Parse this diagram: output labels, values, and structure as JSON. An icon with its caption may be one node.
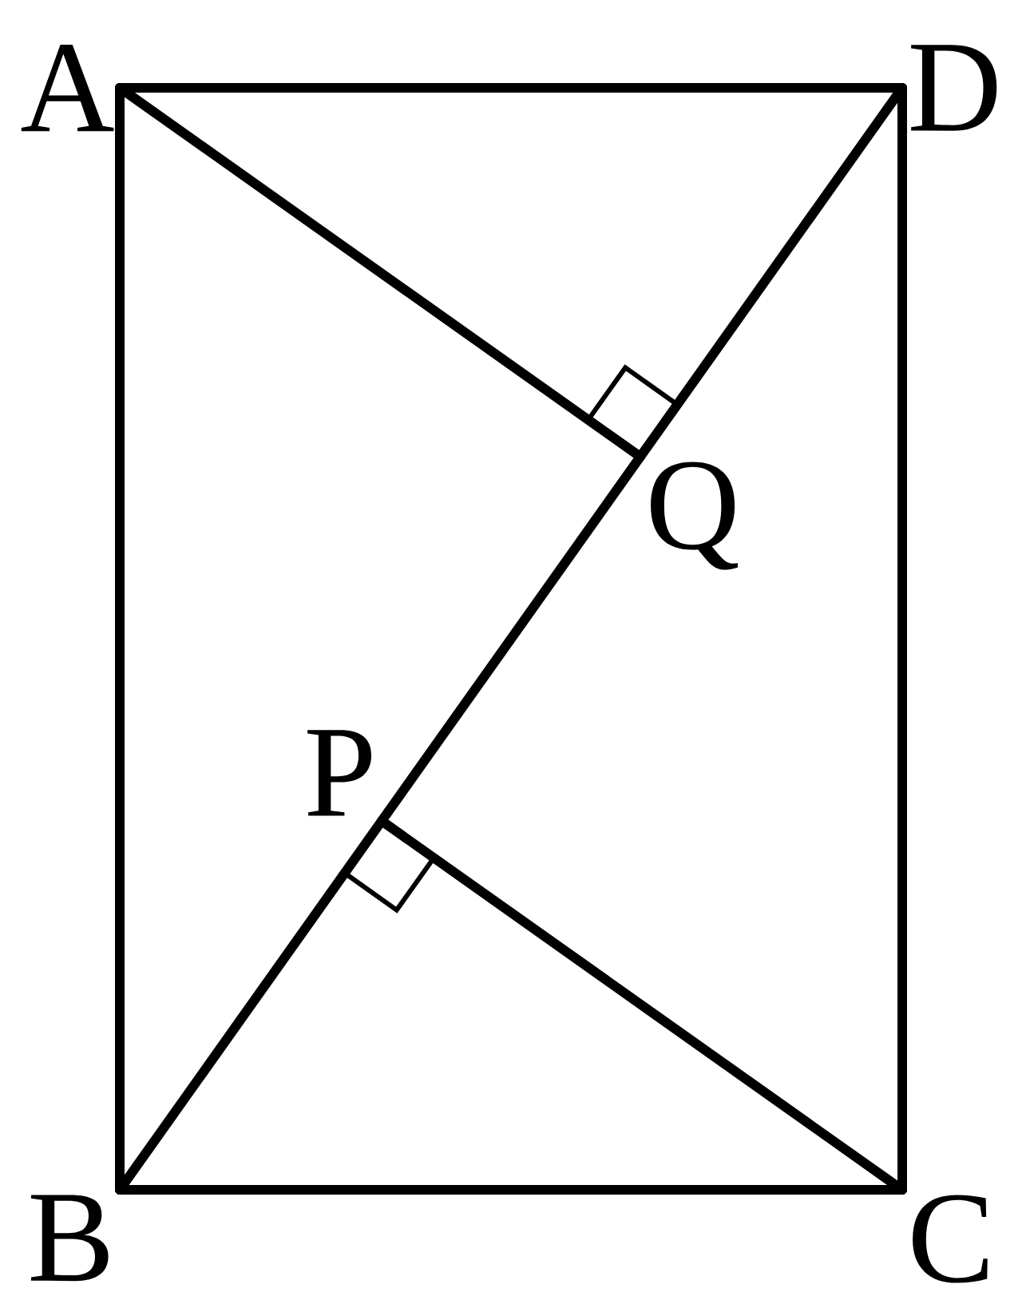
{
  "diagram": {
    "nodes": [
      {
        "text": [
          "A"
        ]
      },
      {
        "text": [
          "D"
        ]
      },
      {
        "text": [
          "B"
        ]
      },
      {
        "text": [
          "C"
        ]
      },
      {
        "text": [
          "Q"
        ]
      },
      {
        "text": [
          "P"
        ]
      }
    ],
    "edges": [
      {
        "from": 0,
        "to": 1,
        "arrow": "none"
      },
      {
        "from": 0,
        "to": 2,
        "arrow": "none"
      },
      {
        "from": 1,
        "to": 3,
        "arrow": "none"
      },
      {
        "from": 2,
        "to": 3,
        "arrow": "none"
      },
      {
        "from": 2,
        "to": 1,
        "arrow": "none"
      },
      {
        "from": 0,
        "to": 4,
        "arrow": "none"
      },
      {
        "from": 3,
        "to": 5,
        "arrow": "none"
      }
    ]
  }
}
